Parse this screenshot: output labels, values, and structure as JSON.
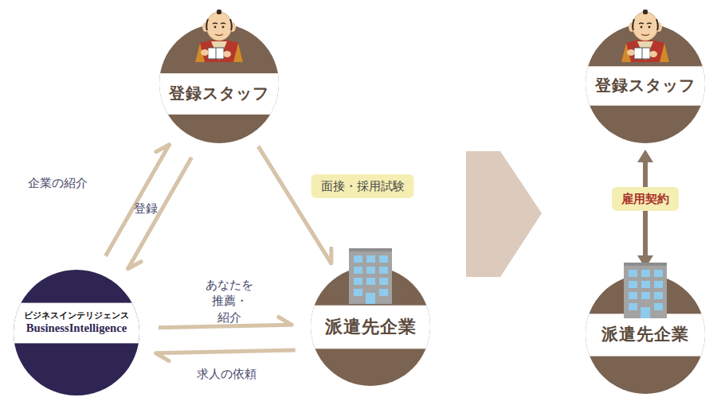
{
  "diagram": {
    "nodes": [
      {
        "text": [
          "登録スタッフ"
        ]
      },
      {
        "text": [
          "ビジネスインテリジェンス",
          "BusinessIntelligence"
        ]
      },
      {
        "text": [
          "派遣先企業"
        ]
      },
      {
        "text": [
          "登録スタッフ"
        ]
      },
      {
        "text": [
          "派遣先企業"
        ]
      }
    ],
    "edges": [
      {
        "from": 1,
        "to": 0,
        "label": "企業の紹介",
        "arrow": "to"
      },
      {
        "from": 0,
        "to": 1,
        "label": "登録",
        "arrow": "to"
      },
      {
        "from": 0,
        "to": 2,
        "label": "面接・採用試験",
        "arrow": "to"
      },
      {
        "from": 1,
        "to": 2,
        "label": "あなたを 推薦・紹介",
        "arrow": "to"
      },
      {
        "from": 2,
        "to": 1,
        "label": "求人の依頼",
        "arrow": "to"
      },
      {
        "from": 3,
        "to": 4,
        "label": "雇用契約",
        "arrow": "both"
      }
    ]
  }
}
